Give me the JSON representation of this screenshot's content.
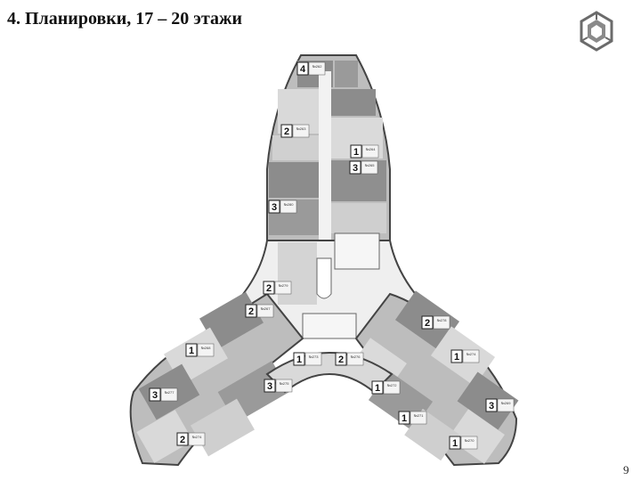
{
  "page": {
    "title": "4. Планировки, 17 – 20 этажи",
    "page_number": "9"
  },
  "apartments": [
    {
      "rooms": "4",
      "number": "№262"
    },
    {
      "rooms": "2",
      "number": "№263"
    },
    {
      "rooms": "1",
      "number": "№264"
    },
    {
      "rooms": "3",
      "number": "№265"
    },
    {
      "rooms": "3",
      "number": "№280"
    },
    {
      "rooms": "2",
      "number": "№279"
    },
    {
      "rooms": "2",
      "number": "№267"
    },
    {
      "rooms": "2",
      "number": "№278"
    },
    {
      "rooms": "1",
      "number": "№268"
    },
    {
      "rooms": "1",
      "number": "№274"
    },
    {
      "rooms": "1",
      "number": "№273"
    },
    {
      "rooms": "2",
      "number": "№276"
    },
    {
      "rooms": "3",
      "number": "№275"
    },
    {
      "rooms": "1",
      "number": "№272"
    },
    {
      "rooms": "3",
      "number": "№277"
    },
    {
      "rooms": "3",
      "number": "№269"
    },
    {
      "rooms": "1",
      "number": "№271"
    },
    {
      "rooms": "2",
      "number": "№274"
    },
    {
      "rooms": "1",
      "number": "№270"
    }
  ],
  "colors": {
    "wall": "#4a4a4a",
    "apartment_dark": "#8c8c8c",
    "apartment_light": "#d9d9d9",
    "corridor": "#f2f2f2",
    "logo": "#6b6b6b"
  }
}
